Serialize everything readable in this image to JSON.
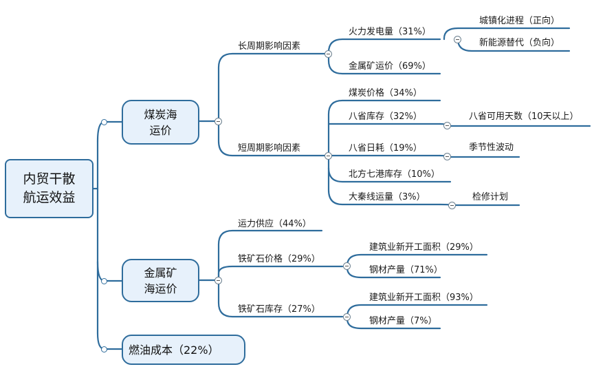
{
  "root": {
    "line1": "内贸干散",
    "line2": "航运效益"
  },
  "coal": {
    "line1": "煤炭海",
    "line2": "运价",
    "long_term": {
      "label": "长周期影响因素",
      "thermal_power": {
        "label": "火力发电量（31%）",
        "urbanization": "城镇化进程（正向）",
        "new_energy": "新能源替代（负向）"
      },
      "metal_freight": "金属矿运价（69%）"
    },
    "short_term": {
      "label": "短周期影响因素",
      "coal_price": "煤炭价格（34%）",
      "eight_stock": {
        "label": "八省库存（32%）",
        "days": "八省可用天数（10天以上）"
      },
      "eight_daily": {
        "label": "八省日耗（19%）",
        "seasonal": "季节性波动"
      },
      "north_ports": "北方七港库存（10%）",
      "daqin": {
        "label": "大秦线运量（3%）",
        "maintenance": "检修计划"
      }
    }
  },
  "metal": {
    "line1": "金属矿",
    "line2": "海运价",
    "capacity": "运力供应（44%）",
    "ore_price": {
      "label": "铁矿石价格（29%）",
      "construction": "建筑业新开工面积（29%）",
      "steel": "钢材产量（71%）"
    },
    "ore_stock": {
      "label": "铁矿石库存（27%）",
      "construction": "建筑业新开工面积（93%）",
      "steel": "钢材产量（7%）"
    }
  },
  "fuel": {
    "label": "燃油成本（22%）"
  },
  "colors": {
    "line": "#2e6c9c",
    "box_fill": "#e7f1fb"
  }
}
